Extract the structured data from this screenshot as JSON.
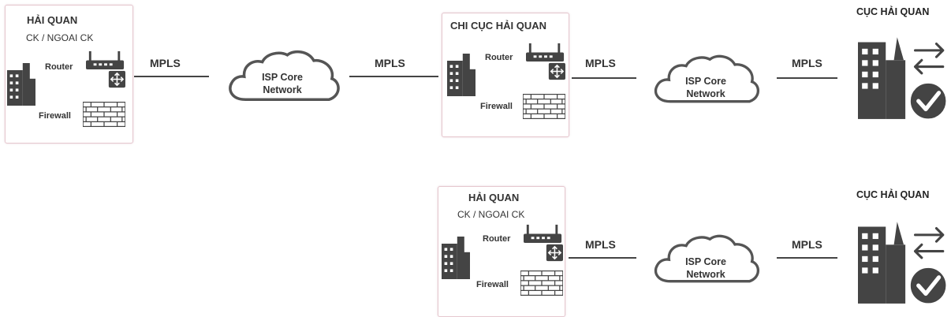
{
  "top_left_site": {
    "title": "HẢI QUAN",
    "subtitle": "CK / NGOAI CK",
    "router_label": "Router",
    "firewall_label": "Firewall"
  },
  "chi_cuc_site": {
    "title": "CHI CỤC HẢI QUAN",
    "router_label": "Router",
    "firewall_label": "Firewall"
  },
  "bottom_site": {
    "title": "HẢI QUAN",
    "subtitle": "CK / NGOAI CK",
    "router_label": "Router",
    "firewall_label": "Firewall"
  },
  "links": {
    "mpls": "MPLS"
  },
  "cloud": {
    "line1": "ISP Core",
    "line2": "Network"
  },
  "hq_top": {
    "title": "CỤC HẢI QUAN"
  },
  "hq_bottom": {
    "title": "CỤC HẢI QUAN"
  },
  "colors": {
    "icon": "#444444",
    "box_border": "#e6c8cf",
    "line": "#444444"
  }
}
